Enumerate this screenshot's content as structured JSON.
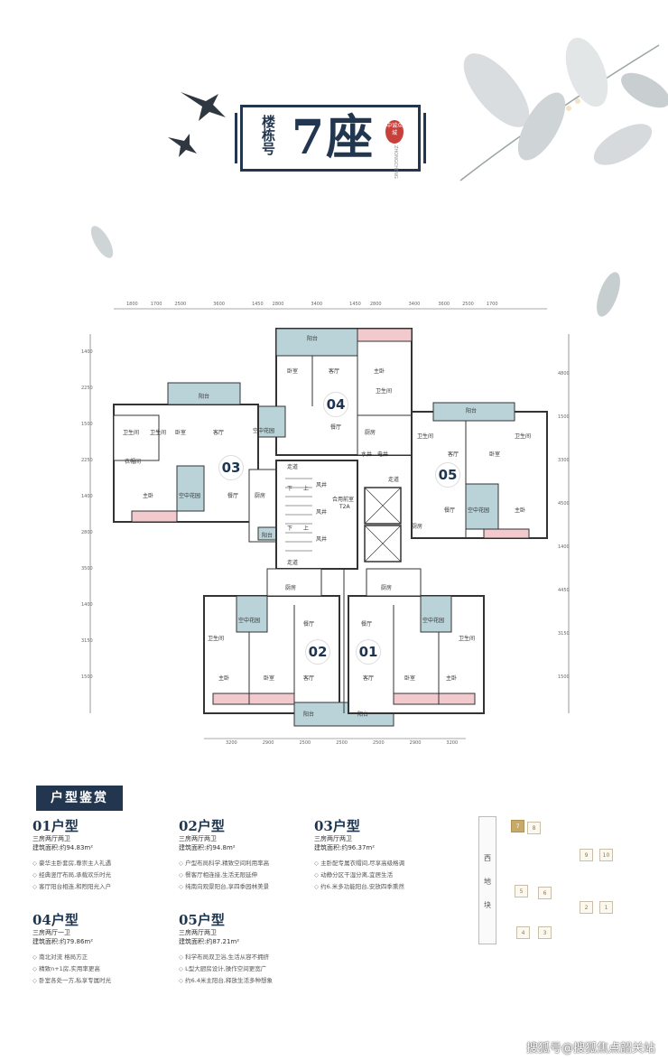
{
  "header": {
    "building_label": "楼栋号",
    "building_number": "7座",
    "seal_text": "中诚众城",
    "seal_subtext": "ZHONGCHENG"
  },
  "plan": {
    "top_dims": [
      "1800",
      "1700",
      "2500",
      "3600",
      "1450",
      "2800",
      "3400",
      "1450",
      "2800",
      "3400",
      "3600",
      "2500",
      "1700"
    ],
    "bottom_dims": [
      "3200",
      "2900",
      "2500",
      "2500",
      "2500",
      "2900",
      "3200"
    ],
    "left_dims": [
      "1400",
      "2250",
      "1500",
      "2250",
      "1400",
      "2800",
      "3500",
      "1400",
      "3150",
      "1500"
    ],
    "right_dims": [
      "4800",
      "1500",
      "3300",
      "4500",
      "1400",
      "4450",
      "3150",
      "1500"
    ],
    "units": [
      {
        "id": "04",
        "rooms": [
          "阳台",
          "卧室",
          "客厅",
          "主卧",
          "卫生间",
          "餐厅",
          "厨房",
          "水井",
          "电井",
          "走道",
          "空中花园"
        ]
      },
      {
        "id": "03",
        "rooms": [
          "阳台",
          "卫生间",
          "卫生间",
          "卧室",
          "客厅",
          "衣帽间",
          "主卧",
          "空中花园",
          "餐厅",
          "厨房",
          "阳台"
        ]
      },
      {
        "id": "05",
        "rooms": [
          "阳台",
          "卫生间",
          "卫生间",
          "客厅",
          "卧室",
          "餐厅",
          "空中花园",
          "主卧",
          "厨房"
        ]
      },
      {
        "id": "02",
        "rooms": [
          "卫生间",
          "空中花园",
          "厨房",
          "餐厅",
          "主卧",
          "卧室",
          "客厅",
          "阳台"
        ]
      },
      {
        "id": "01",
        "rooms": [
          "厨房",
          "空中花园",
          "卫生间",
          "餐厅",
          "卧室",
          "客厅",
          "主卧",
          "阳台"
        ]
      }
    ],
    "core_labels": [
      "走道",
      "风井",
      "风井",
      "风井",
      "合用前室",
      "T2A",
      "走道",
      "下",
      "上",
      "下",
      "上"
    ]
  },
  "legend_title": "户型鉴赏",
  "unit_types": [
    {
      "name": "01户型",
      "type": "三房两厅两卫",
      "area": "建筑面积:约94.83m²",
      "features": [
        "豪华主卧套房,尊崇主人礼遇",
        "经典竖厅布局,承载欢乐时光",
        "客厅阳台相连,和煦阳光入户"
      ]
    },
    {
      "name": "02户型",
      "type": "三房两厅两卫",
      "area": "建筑面积:约94.8m²",
      "features": [
        "户型布局科学,精致空间利用率高",
        "餐客厅相连接,生活无限延伸",
        "纯南向观景阳台,享四季园林美景"
      ]
    },
    {
      "name": "03户型",
      "type": "三房两厅两卫",
      "area": "建筑面积:约96.37m²",
      "features": [
        "主卧配专属衣帽间,尽享高级格调",
        "动静分区干湿分离,宜居生活",
        "约6.米多功能阳台,安放四季熏然"
      ]
    },
    {
      "name": "04户型",
      "type": "三房两厅一卫",
      "area": "建筑面积:约79.86m²",
      "features": [
        "南北对流 格局方正",
        "精致n+1房,实用率更高",
        "卧室各处一方,私享专属时光"
      ]
    },
    {
      "name": "05户型",
      "type": "三房两厅两卫",
      "area": "建筑面积:约87.21m²",
      "features": [
        "科学布局双卫浴,生活从容不拥挤",
        "L型大厨房设计,操作空间更宽广",
        "约6.4米主阳台,释放生活多种想象"
      ]
    }
  ],
  "site_map": {
    "strip_label": [
      "西",
      "地",
      "块"
    ],
    "buildings": [
      "7",
      "8",
      "9",
      "10",
      "5",
      "6",
      "2",
      "1",
      "4",
      "3"
    ],
    "highlight": "7"
  },
  "footer": "搜狐号@搜狐焦点韶关站",
  "colors": {
    "navy": "#22364f",
    "balcony": "#b9d3d8",
    "pink": "#f2c9cc",
    "gold": "#c7a96a"
  }
}
